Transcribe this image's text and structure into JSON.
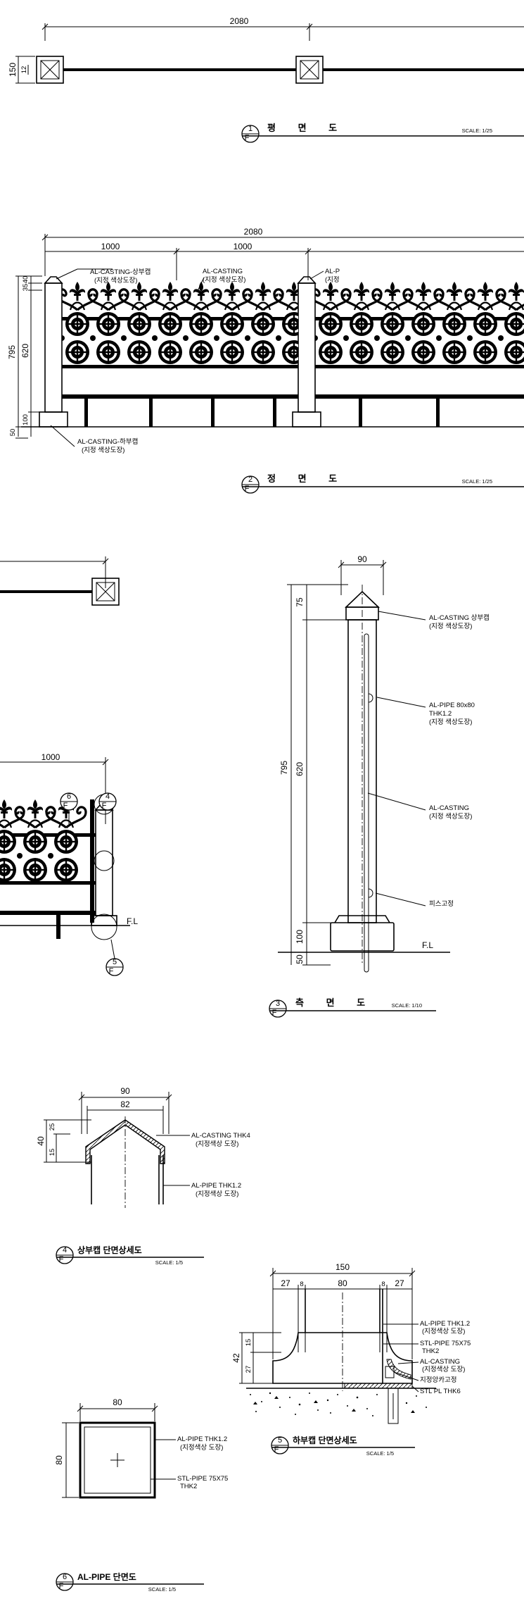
{
  "plan": {
    "dim_total": "2080",
    "dim_side": "150",
    "dim_small": "12",
    "marker_num": "1",
    "marker_sheet": "F",
    "title": "평 면 도",
    "scale": "SCALE: 1/25"
  },
  "elevation": {
    "dim_total": "2080",
    "dim_span_1": "1000",
    "dim_span_2": "1000",
    "dim_height": "795",
    "dim_top": "40",
    "dim_cap": "35",
    "dim_mid": "620",
    "dim_bottom": "100",
    "dim_base": "50",
    "label_top_cap": "AL-CASTING-상부캡",
    "label_top_cap_note": "(지정 색상도장)",
    "label_casting": "AL-CASTING",
    "label_casting_note": "(지정 색상도장)",
    "label_right_partial": "AL-P",
    "label_right_partial_note": "(지정",
    "label_bottom_cap": "AL-CASTING-하부캡",
    "label_bottom_cap_note": "(지정 색상도장)",
    "marker_num": "2",
    "marker_sheet": "F",
    "title": "정 면 도",
    "scale": "SCALE: 1/25"
  },
  "detail_left": {
    "dim_span": "1000",
    "callout_6": "6",
    "callout_4": "4",
    "callout_5": "5",
    "callout_sheet": "F",
    "label_fl": "F.L"
  },
  "side": {
    "dim_width": "90",
    "dim_height": "795",
    "dim_top": "75",
    "dim_mid": "620",
    "dim_bottom": "100",
    "dim_base": "50",
    "label_cap": "AL-CASTING 상부캡",
    "label_cap_note": "(지정 색상도장)",
    "label_pipe": "AL-PIPE 80x80",
    "label_pipe_thk": "THK1.2",
    "label_pipe_note": "(지정 색상도장)",
    "label_casting": "AL-CASTING",
    "label_casting_note": "(지정 색상도장)",
    "label_screw": "피스고정",
    "label_fl": "F.L",
    "marker_num": "3",
    "marker_sheet": "F",
    "title": "측 면 도",
    "scale": "SCALE: 1/10"
  },
  "top_cap": {
    "dim_outer": "90",
    "dim_inner": "82",
    "dim_height": "40",
    "dim_upper": "25",
    "dim_lower": "15",
    "label_casting": "AL-CASTING THK4",
    "label_casting_note": "(지정색상 도장)",
    "label_pipe": "AL-PIPE THK1.2",
    "label_pipe_note": "(지정색상 도장)",
    "marker_num": "4",
    "marker_sheet": "F",
    "title": "상부캡 단면상세도",
    "scale": "SCALE: 1/5"
  },
  "bottom_cap": {
    "dim_total": "150",
    "dim_a": "27",
    "dim_b": "8",
    "dim_c": "80",
    "dim_d": "8",
    "dim_e": "27",
    "dim_height": "42",
    "dim_h1": "27",
    "dim_h2": "15",
    "label_pipe": "AL-PIPE THK1.2",
    "label_pipe_note": "(지정색상 도장)",
    "label_stl": "STL-PIPE 75X75",
    "label_stl_thk": "THK2",
    "label_casting": "AL-CASTING",
    "label_casting_note": "(지정색상 도장)",
    "label_anchor": "지정앙카고정",
    "label_plate": "STL PL THK6",
    "marker_num": "5",
    "marker_sheet": "F",
    "title": "하부캡 단면상세도",
    "scale": "SCALE: 1/5"
  },
  "pipe_section": {
    "dim_width": "80",
    "dim_height": "80",
    "label_pipe": "AL-PIPE THK1.2",
    "label_pipe_note": "(지정색상 도장)",
    "label_stl": "STL-PIPE 75X75",
    "label_stl_thk": "THK2",
    "marker_num": "6",
    "marker_sheet": "F",
    "title": "AL-PIPE 단면도",
    "scale": "SCALE: 1/5"
  }
}
